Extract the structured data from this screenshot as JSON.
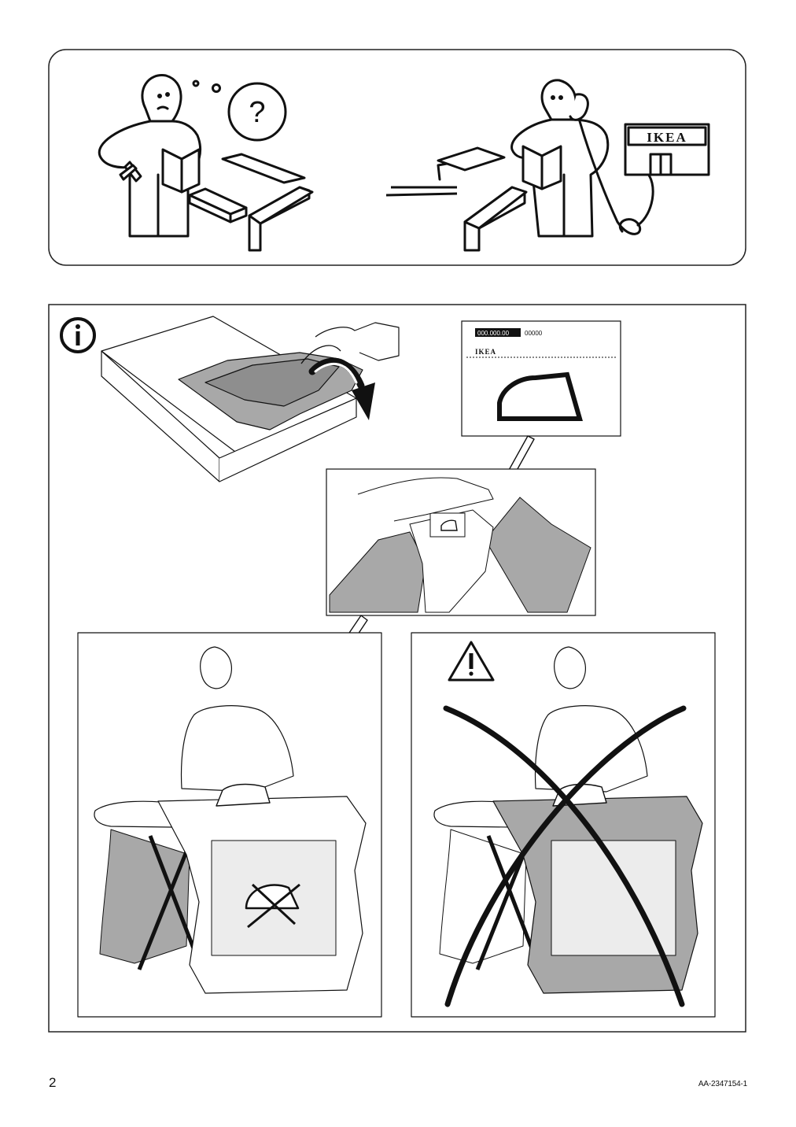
{
  "top_panel": {
    "store_sign": "IKEA"
  },
  "info_panel": {
    "care_label": {
      "article_number": "000.000.00",
      "code": "00000",
      "brand": "IKEA"
    }
  },
  "footer": {
    "page_number": "2",
    "document_code": "AA-2347154-1"
  }
}
